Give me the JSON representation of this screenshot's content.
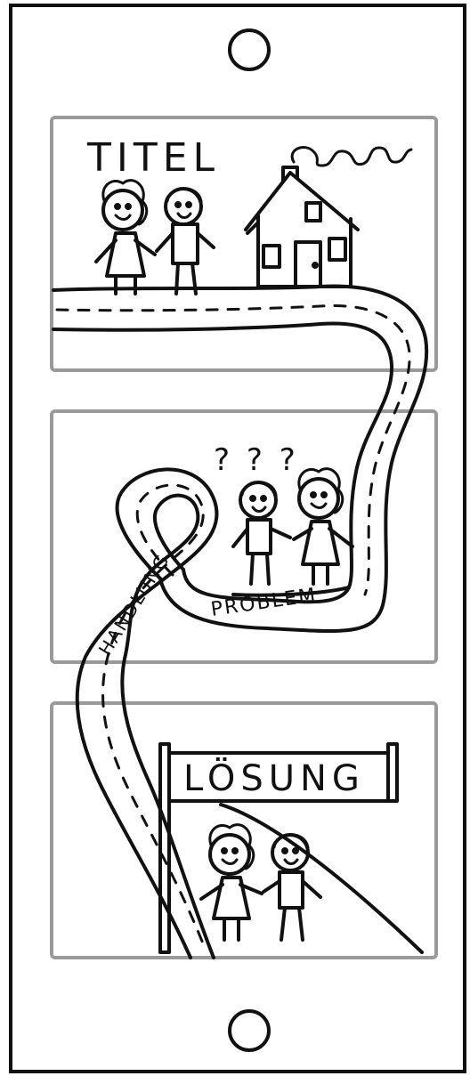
{
  "labels": {
    "title": "TITEL",
    "plot": "HANDLUNG",
    "problem": "PROBLEM",
    "solution": "LÖSUNG",
    "question_marks": "? ? ?"
  },
  "colors": {
    "ink": "#111111",
    "frame": "#9a9a9a",
    "paper": "#ffffff"
  }
}
